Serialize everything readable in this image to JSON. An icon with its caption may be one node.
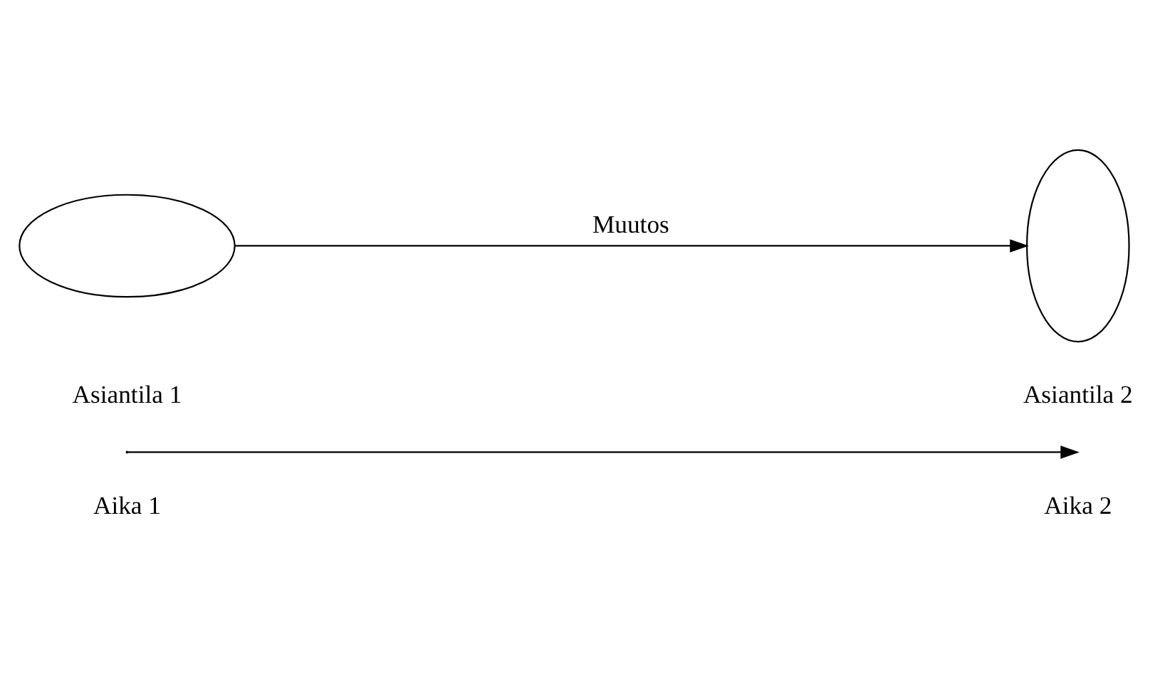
{
  "diagram": {
    "nodes": [
      {
        "text": [],
        "shape": "ellipse",
        "beside": [
          "Asiantila 1"
        ]
      },
      {
        "text": [],
        "shape": "ellipse",
        "beside": [
          "Asiantila 2"
        ]
      }
    ],
    "edges": [
      {
        "from": 0,
        "to": 1,
        "arrow": "to",
        "label": "Muutos"
      }
    ],
    "labels": [
      "Aika 1",
      "Aika 2"
    ]
  }
}
